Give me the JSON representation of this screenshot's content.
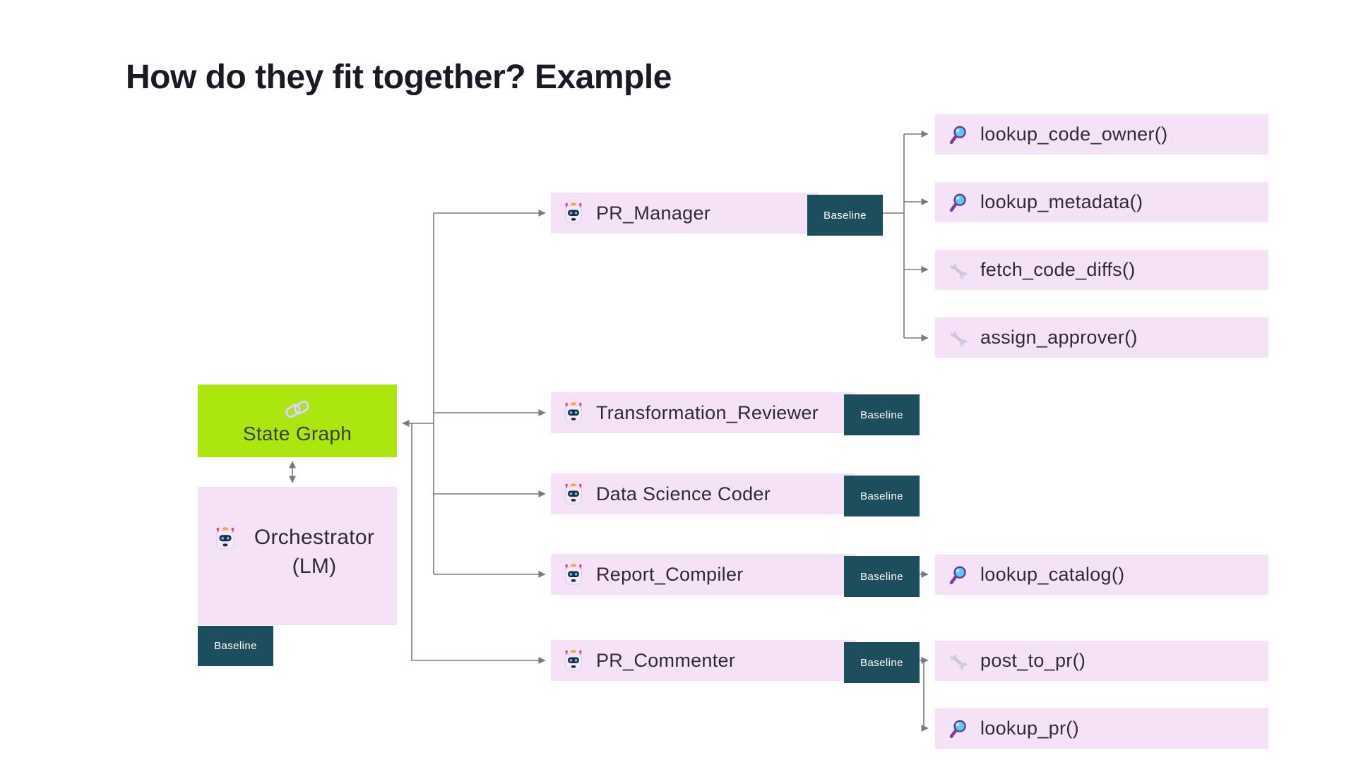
{
  "title": "How do they fit together? Example",
  "state_graph": {
    "label": "State Graph",
    "icon": "link-icon",
    "color": "#abe60f"
  },
  "orchestrator": {
    "label": "Orchestrator (LM)",
    "icon": "robot-icon",
    "badge": "Baseline"
  },
  "agents": [
    {
      "label": "PR_Manager",
      "icon": "robot-icon",
      "badge": "Baseline"
    },
    {
      "label": "Transformation_Reviewer",
      "icon": "robot-icon",
      "badge": "Baseline"
    },
    {
      "label": "Data Science Coder",
      "icon": "robot-icon",
      "badge": "Baseline"
    },
    {
      "label": "Report_Compiler",
      "icon": "robot-icon",
      "badge": "Baseline"
    },
    {
      "label": "PR_Commenter",
      "icon": "robot-icon",
      "badge": "Baseline"
    }
  ],
  "tools": [
    {
      "label": "lookup_code_owner()",
      "icon": "magnifier-icon",
      "parent": "PR_Manager"
    },
    {
      "label": "lookup_metadata()",
      "icon": "magnifier-icon",
      "parent": "PR_Manager"
    },
    {
      "label": "fetch_code_diffs()",
      "icon": "wrench-icon",
      "parent": "PR_Manager"
    },
    {
      "label": "assign_approver()",
      "icon": "wrench-icon",
      "parent": "PR_Manager"
    },
    {
      "label": "lookup_catalog()",
      "icon": "magnifier-icon",
      "parent": "Report_Compiler"
    },
    {
      "label": "post_to_pr()",
      "icon": "wrench-icon",
      "parent": "PR_Commenter"
    },
    {
      "label": "lookup_pr()",
      "icon": "magnifier-icon",
      "parent": "PR_Commenter"
    }
  ],
  "edges": [
    {
      "from": "agents-trunk",
      "to": "State Graph",
      "arrow": "into-state-graph"
    },
    {
      "from": "State Graph",
      "to": "Orchestrator (LM)",
      "arrow": "bidirectional"
    },
    {
      "from": "trunk",
      "to": "PR_Manager"
    },
    {
      "from": "trunk",
      "to": "Transformation_Reviewer"
    },
    {
      "from": "trunk",
      "to": "Data Science Coder"
    },
    {
      "from": "trunk",
      "to": "Report_Compiler"
    },
    {
      "from": "trunk",
      "to": "PR_Commenter"
    }
  ],
  "colors": {
    "node_pink": "#f6e2f7",
    "state_graph_green": "#abe60f",
    "badge_teal": "#1d4e5e",
    "connector_gray": "#7a7a7a",
    "title_text": "#1a1a24"
  }
}
